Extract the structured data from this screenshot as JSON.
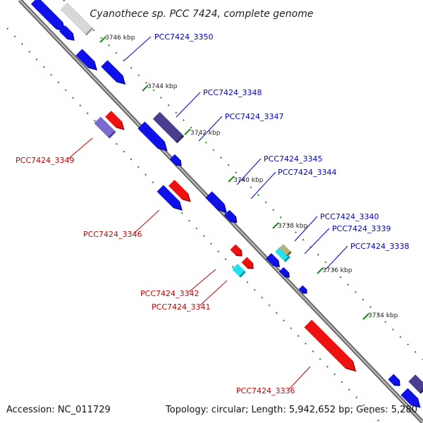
{
  "map": {
    "title": "Cyanothece sp. PCC 7424, complete genome",
    "accession_label": "Accession: NC_011729",
    "summary_label": "Topology: circular; Length: 5,942,652 bp; Genes: 5,280"
  },
  "colors": {
    "forward": "#1010e8",
    "forward_dark": "#0000a0",
    "reverse": "#ee1111",
    "reverse_dark": "#a00000",
    "purple": "#4a3f8f",
    "lavender": "#7a6ad0",
    "cyan": "#22e0ee",
    "olive": "#b8b078",
    "backbone": "#8a8a8a",
    "tick": "#1a8a1a",
    "label_forward": "#0000cc",
    "label_reverse": "#cc0000"
  },
  "ticks": [
    {
      "label": "3746 kbp"
    },
    {
      "label": "3744 kbp"
    },
    {
      "label": "3742 kbp"
    },
    {
      "label": "3740 kbp"
    },
    {
      "label": "3738 kbp"
    },
    {
      "label": "3736 kbp"
    },
    {
      "label": "3734 kbp"
    }
  ],
  "labels_forward": [
    {
      "text": "PCC7424_3350"
    },
    {
      "text": "PCC7424_3348"
    },
    {
      "text": "PCC7424_3347"
    },
    {
      "text": "PCC7424_3345"
    },
    {
      "text": "PCC7424_3344"
    },
    {
      "text": "PCC7424_3340"
    },
    {
      "text": "PCC7424_3339"
    },
    {
      "text": "PCC7424_3338"
    }
  ],
  "labels_reverse": [
    {
      "text": "PCC7424_3349"
    },
    {
      "text": "PCC7424_3346"
    },
    {
      "text": "PCC7424_3342"
    },
    {
      "text": "PCC7424_3341"
    },
    {
      "text": "PCC7424_3336"
    }
  ]
}
